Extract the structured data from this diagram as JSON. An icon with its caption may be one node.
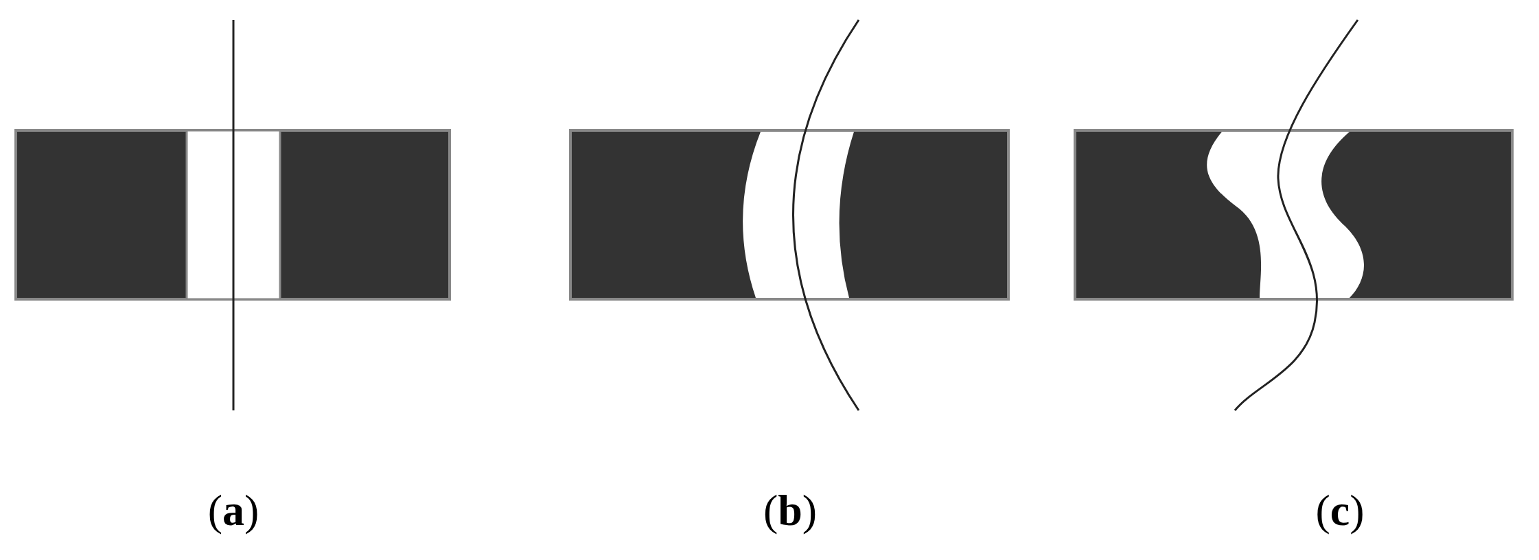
{
  "diagram": {
    "labels": [
      "(**a**)",
      "(**b**)",
      "(**c**)"
    ]
  }
}
